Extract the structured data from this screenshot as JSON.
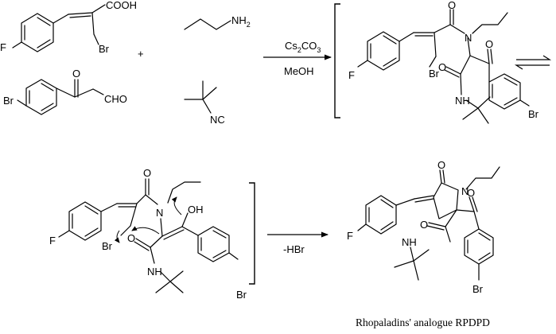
{
  "labels": {
    "F": "F",
    "Br": "Br",
    "COOH": "COOH",
    "CHO": "CHO",
    "NH2_N": "NH",
    "NH2_sub": "2",
    "NC": "NC",
    "O": "O",
    "N": "N",
    "NH": "NH",
    "OH": "OH",
    "plus": "+"
  },
  "reagents": {
    "base_prefix": "Cs",
    "base_sub1": "2",
    "base_mid": "CO",
    "base_sub2": "3",
    "solvent": "MeOH",
    "elimination": "-HBr"
  },
  "product_caption": "Rhopaladins' analogue RPDPD"
}
